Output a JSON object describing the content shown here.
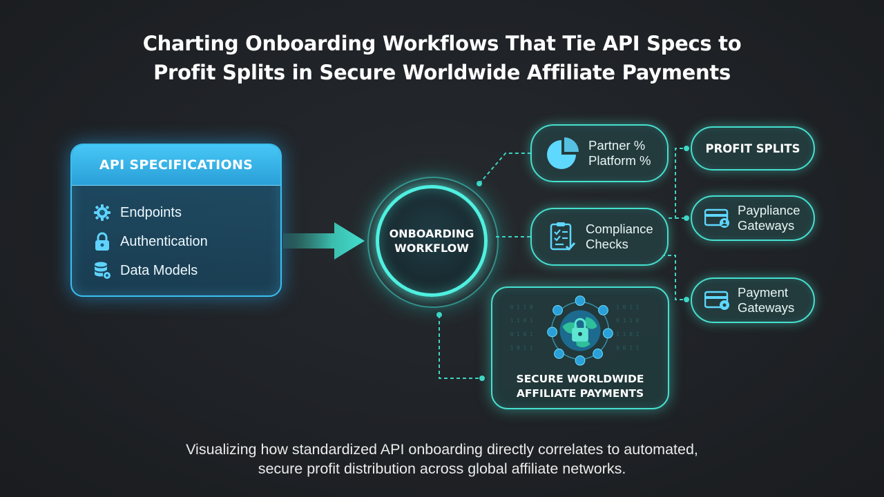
{
  "title": {
    "line1": "Charting Onboarding Workflows That Tie API Specs to",
    "line2": "Profit Splits in Secure Worldwide Affiliate Payments"
  },
  "api_card": {
    "heading": "API SPECIFICATIONS",
    "items": [
      {
        "label": "Endpoints",
        "icon": "gear-icon"
      },
      {
        "label": "Authentication",
        "icon": "lock-icon"
      },
      {
        "label": "Data Models",
        "icon": "database-icon"
      }
    ]
  },
  "workflow": {
    "line1": "ONBOARDING",
    "line2": "WORKFLOW"
  },
  "nodes": {
    "split_detail": {
      "line1": "Partner %",
      "line2": "Platform %",
      "icon": "pie-chart-icon"
    },
    "compliance": {
      "line1": "Compliance",
      "line2": "Checks",
      "icon": "checklist-icon"
    },
    "profit_splits": {
      "label": "PROFIT SPLITS"
    },
    "payppliance": {
      "line1": "Paypliance",
      "line2": "Gateways",
      "icon": "card-user-icon"
    },
    "payment_gateways": {
      "line1": "Payment",
      "line2": "Gateways",
      "icon": "card-gear-icon"
    },
    "secure": {
      "line1": "SECURE WORLDWIDE",
      "line2": "AFFILIATE PAYMENTS",
      "icon": "globe-lock-icon"
    }
  },
  "subtitle": {
    "line1": "Visualizing how standardized API onboarding directly correlates to automated,",
    "line2": "secure profit distribution across global affiliate networks."
  },
  "colors": {
    "accent_teal": "#46e0cf",
    "accent_blue": "#39c1f0",
    "background": "#1f2226"
  }
}
